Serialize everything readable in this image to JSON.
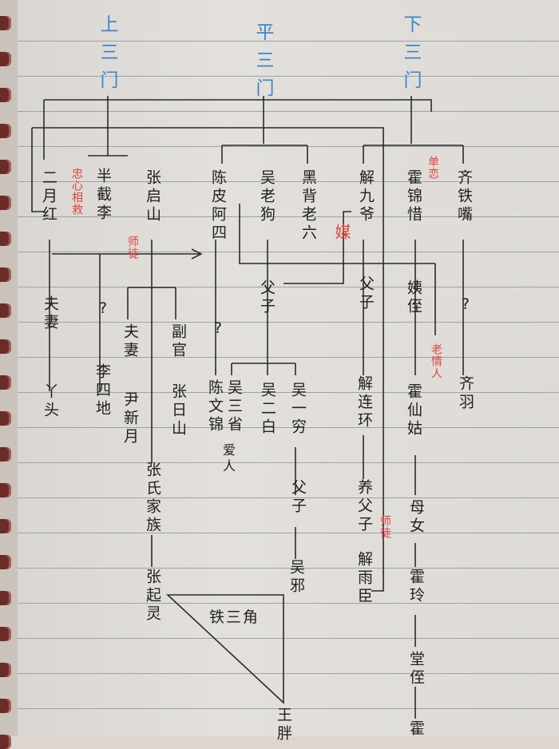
{
  "headers": {
    "upper": "上三门",
    "middle": "平三门",
    "lower": "下三门"
  },
  "upper": {
    "erYueHong": "二月红",
    "banJieLi": "半截李",
    "zhangQiShan": "张启山",
    "couple1": "夫妻",
    "unknown1": "?",
    "liSidi": "李四地",
    "yatou": "丫头",
    "couple2": "夫妻",
    "yinXinYue": "尹新月",
    "deputy": "副官",
    "zhangRishan": "张日山",
    "zhangFamily": "张氏家族",
    "zhangQiLing": "张起灵"
  },
  "middle": {
    "chenPi": "陈皮阿四",
    "wuLaoGou": "吴老狗",
    "heiBei": "黑背老六",
    "sonLabel": "父子",
    "unknown2": "?",
    "chenWenJin": "陈文锦",
    "wuSanXing": "吴三省",
    "wuErBai": "吴二白",
    "wuYiQiong": "吴一穷",
    "lover": "爱人",
    "fatherSon": "父子",
    "wuXie": "吴邪",
    "ironTriangle": "铁三角",
    "wangPang": "王胖"
  },
  "lower": {
    "xieJiuYe": "解九爷",
    "huoJinXi": "霍锦惜",
    "qiTieZui": "齐铁嘴",
    "fatherSon": "父子",
    "niece": "姨侄",
    "unknown3": "?",
    "xieLianHuan": "解连环",
    "huoXianGu": "霍仙姑",
    "qiYu": "齐羽",
    "adoptiveFather": "养父子",
    "motherDaughter": "母女",
    "xieYuChen": "解雨臣",
    "huoLing": "霍玲",
    "huoXiuXiu": "堂侄",
    "huoLast": "霍"
  },
  "red": {
    "loyal": "忠心相救",
    "teacher1": "师徒",
    "teacher2": "师徒",
    "marriage": "媒",
    "oldLover": "老情人",
    "singleLove": "单恋"
  }
}
